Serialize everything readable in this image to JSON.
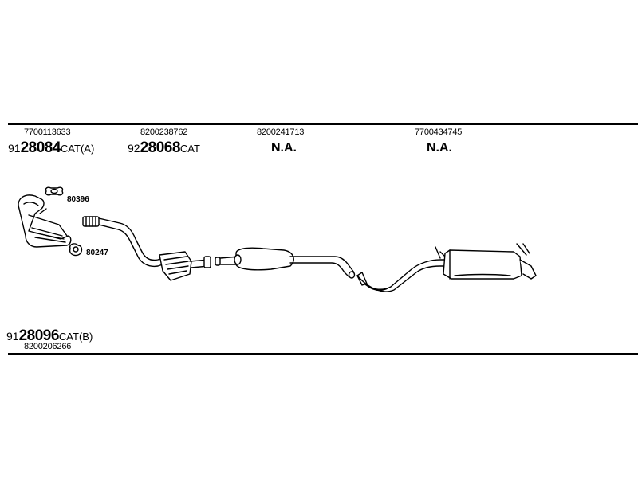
{
  "top_row": [
    {
      "oem": "7700113633",
      "prefix": "91",
      "number": "28084",
      "suffix": "CAT(A)"
    },
    {
      "oem": "8200238762",
      "prefix": "92",
      "number": "28068",
      "suffix": "CAT"
    },
    {
      "oem": "8200241713",
      "na": "N.A."
    },
    {
      "oem": "7700434745",
      "na": "N.A."
    }
  ],
  "gasket_labels": {
    "top": "80396",
    "bottom": "80247"
  },
  "bottom_part": {
    "prefix": "91",
    "number": "28096",
    "suffix": "CAT(B)",
    "oem": "8200206266"
  }
}
